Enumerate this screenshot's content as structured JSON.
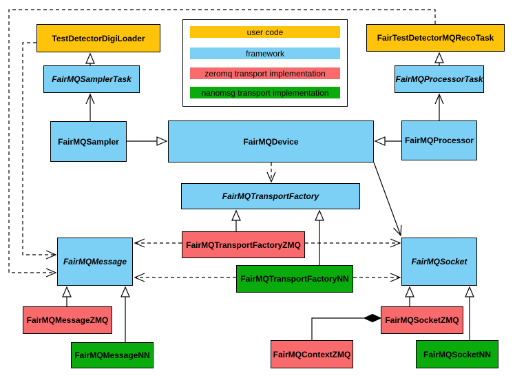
{
  "legend": {
    "items": [
      {
        "label": "user code",
        "color": "#FFC40A"
      },
      {
        "label": "framework",
        "color": "#7DD0F5"
      },
      {
        "label": "zeromq transport implementation",
        "color": "#F96A6D"
      },
      {
        "label": "nanomsg transport implementation",
        "color": "#0AAB0C"
      }
    ]
  },
  "colors": {
    "user_code": "#FFC40A",
    "framework": "#7DD0F5",
    "zeromq": "#F96A6D",
    "nanomsg": "#0AAB0C",
    "line": "#000000",
    "background": "#FFFFFF"
  },
  "nodes": {
    "testDetectorDigiLoader": {
      "label": "TestDetectorDigiLoader",
      "category": "user code",
      "abstract": false
    },
    "fairTestDetectorMQRecoTask": {
      "label": "FairTestDetectorMQRecoTask",
      "category": "user code",
      "abstract": false
    },
    "fairMQSamplerTask": {
      "label": "FairMQSamplerTask",
      "category": "framework",
      "abstract": true
    },
    "fairMQProcessorTask": {
      "label": "FairMQProcessorTask",
      "category": "framework",
      "abstract": true
    },
    "fairMQSampler": {
      "label": "FairMQSampler",
      "category": "framework",
      "abstract": false
    },
    "fairMQDevice": {
      "label": "FairMQDevice",
      "category": "framework",
      "abstract": false
    },
    "fairMQProcessor": {
      "label": "FairMQProcessor",
      "category": "framework",
      "abstract": false
    },
    "fairMQTransportFactory": {
      "label": "FairMQTransportFactory",
      "category": "framework",
      "abstract": true
    },
    "fairMQTransportFactoryZMQ": {
      "label": "FairMQTransportFactoryZMQ",
      "category": "zeromq transport implementation",
      "abstract": false
    },
    "fairMQTransportFactoryNN": {
      "label": "FairMQTransportFactoryNN",
      "category": "nanomsg transport implementation",
      "abstract": false
    },
    "fairMQMessage": {
      "label": "FairMQMessage",
      "category": "framework",
      "abstract": true
    },
    "fairMQSocket": {
      "label": "FairMQSocket",
      "category": "framework",
      "abstract": true
    },
    "fairMQMessageZMQ": {
      "label": "FairMQMessageZMQ",
      "category": "zeromq transport implementation",
      "abstract": false
    },
    "fairMQMessageNN": {
      "label": "FairMQMessageNN",
      "category": "nanomsg transport implementation",
      "abstract": false
    },
    "fairMQSocketZMQ": {
      "label": "FairMQSocketZMQ",
      "category": "zeromq transport implementation",
      "abstract": false
    },
    "fairMQSocketNN": {
      "label": "FairMQSocketNN",
      "category": "nanomsg transport implementation",
      "abstract": false
    },
    "fairMQContextZMQ": {
      "label": "FairMQContextZMQ",
      "category": "zeromq transport implementation",
      "abstract": false
    }
  },
  "edges": [
    {
      "from": "FairMQSamplerTask",
      "to": "TestDetectorDigiLoader",
      "type": "generalization"
    },
    {
      "from": "FairMQProcessorTask",
      "to": "FairTestDetectorMQRecoTask",
      "type": "generalization"
    },
    {
      "from": "FairMQSampler",
      "to": "FairMQSamplerTask",
      "type": "arrow"
    },
    {
      "from": "FairMQProcessor",
      "to": "FairMQProcessorTask",
      "type": "arrow"
    },
    {
      "from": "FairMQSampler",
      "to": "FairMQDevice",
      "type": "generalization"
    },
    {
      "from": "FairMQProcessor",
      "to": "FairMQDevice",
      "type": "generalization"
    },
    {
      "from": "FairMQDevice",
      "to": "FairMQTransportFactory",
      "type": "dashed-arrow"
    },
    {
      "from": "FairMQDevice",
      "to": "FairMQSocket",
      "type": "arrow"
    },
    {
      "from": "FairMQTransportFactoryZMQ",
      "to": "FairMQTransportFactory",
      "type": "generalization"
    },
    {
      "from": "FairMQTransportFactoryNN",
      "to": "FairMQTransportFactory",
      "type": "generalization"
    },
    {
      "from": "FairMQTransportFactoryZMQ",
      "to": "FairMQMessage",
      "type": "dashed-arrow"
    },
    {
      "from": "FairMQTransportFactoryZMQ",
      "to": "FairMQSocket",
      "type": "dashed-arrow"
    },
    {
      "from": "FairMQTransportFactoryNN",
      "to": "FairMQMessage",
      "type": "dashed-arrow"
    },
    {
      "from": "FairMQTransportFactoryNN",
      "to": "FairMQSocket",
      "type": "dashed-arrow"
    },
    {
      "from": "TestDetectorDigiLoader",
      "to": "FairMQMessage",
      "type": "dashed-arrow"
    },
    {
      "from": "FairTestDetectorMQRecoTask",
      "to": "FairMQMessage",
      "type": "dashed-arrow"
    },
    {
      "from": "FairMQMessageZMQ",
      "to": "FairMQMessage",
      "type": "generalization"
    },
    {
      "from": "FairMQMessageNN",
      "to": "FairMQMessage",
      "type": "generalization"
    },
    {
      "from": "FairMQSocketZMQ",
      "to": "FairMQSocket",
      "type": "generalization"
    },
    {
      "from": "FairMQSocketNN",
      "to": "FairMQSocket",
      "type": "generalization"
    },
    {
      "from": "FairMQContextZMQ",
      "to": "FairMQSocketZMQ",
      "type": "composition"
    }
  ]
}
